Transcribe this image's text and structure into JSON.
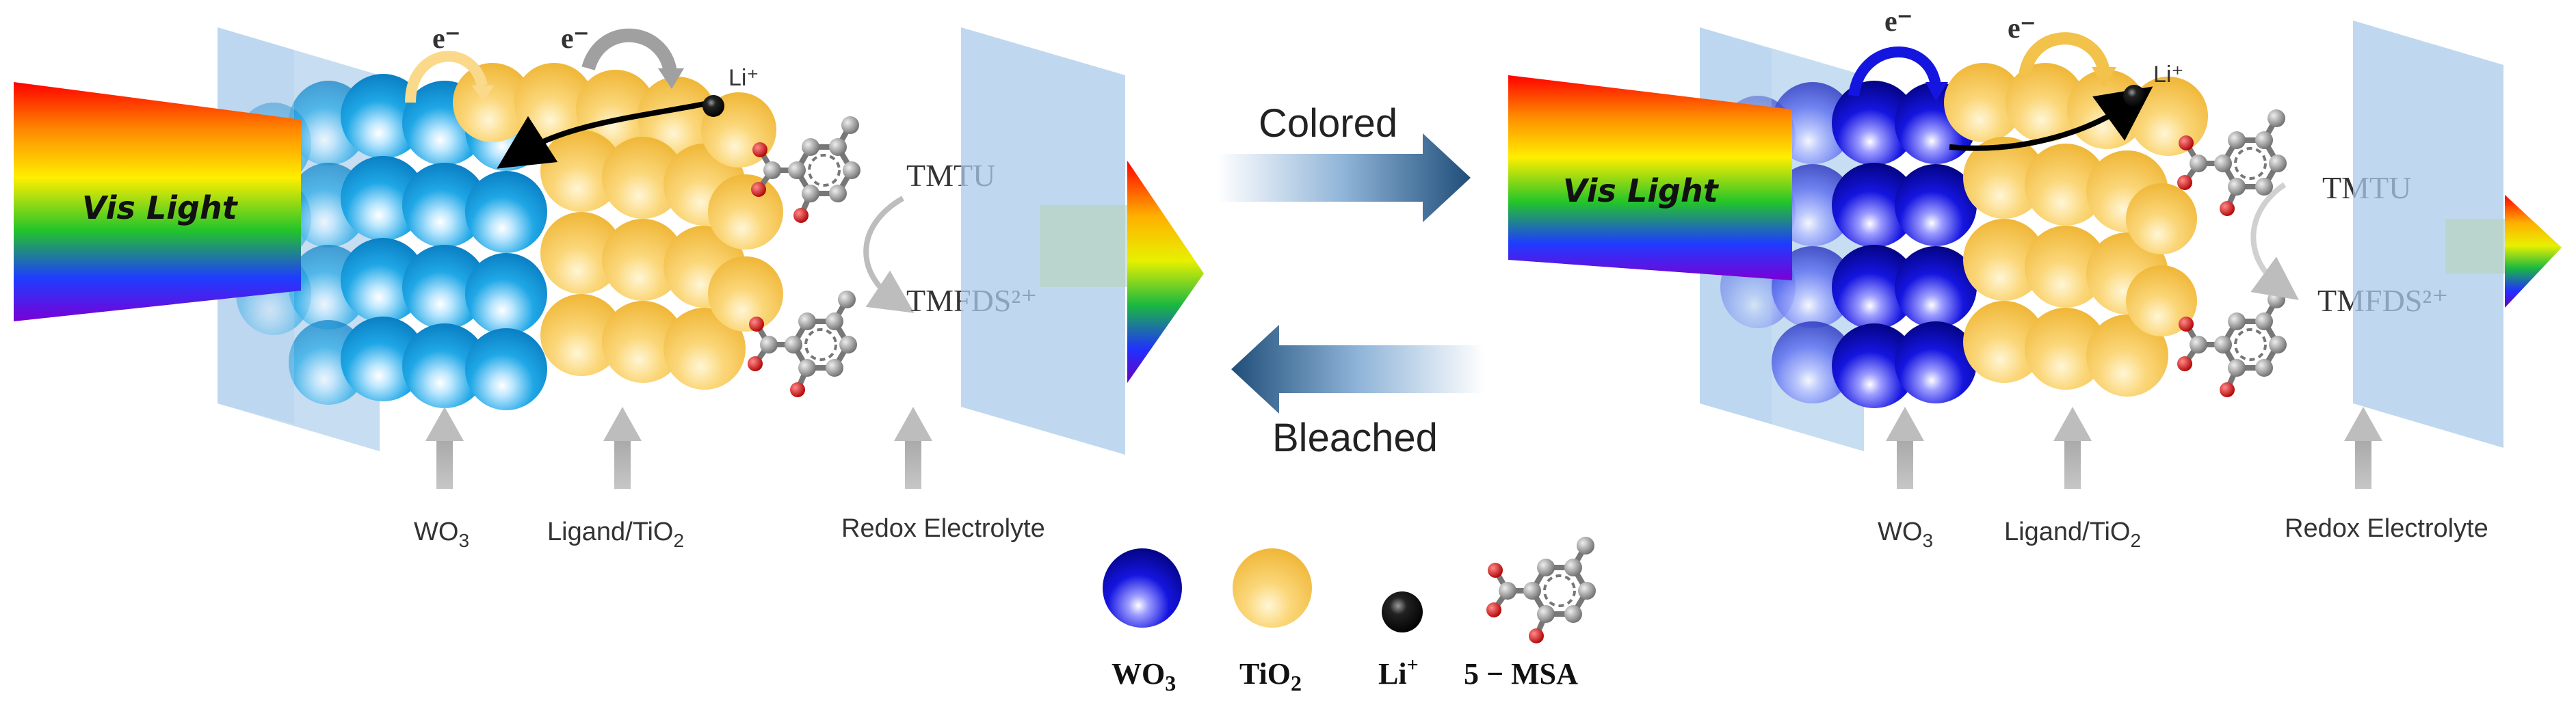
{
  "colors": {
    "wo3_light": "#1fa7e6",
    "wo3_dark": "#1515e0",
    "wo3_mid": "#5a6cf0",
    "tio2": "#f8cf63",
    "li": "#000000",
    "glass": "#a9cbea",
    "gray_arrow": "#bdbdbd",
    "state_arrow": "#1f4e79"
  },
  "left_panel": {
    "vis_light": "Vis Light",
    "electron_1": "e⁻",
    "electron_2": "e⁻",
    "li": "Li⁺",
    "tmtu": "TMTU",
    "tmfds": "TMFDS²⁺",
    "wo3_base": "WO",
    "wo3_sub": "3",
    "ligand_base": "Ligand/TiO",
    "ligand_sub": "2",
    "electrolyte": "Redox Electrolyte"
  },
  "right_panel": {
    "vis_light": "Vis Light",
    "electron_1": "e⁻",
    "electron_2": "e⁻",
    "li": "Li⁺",
    "tmtu": "TMTU",
    "tmfds": "TMFDS²⁺",
    "wo3_base": "WO",
    "wo3_sub": "3",
    "ligand_base": "Ligand/TiO",
    "ligand_sub": "2",
    "electrolyte": "Redox Electrolyte"
  },
  "center": {
    "colored": "Colored",
    "bleached": "Bleached"
  },
  "legend": {
    "wo3_base": "WO",
    "wo3_sub": "3",
    "tio2_base": "TiO",
    "tio2_sub": "2",
    "li_base": "Li",
    "li_sup": "+",
    "msa": "5 − MSA"
  }
}
